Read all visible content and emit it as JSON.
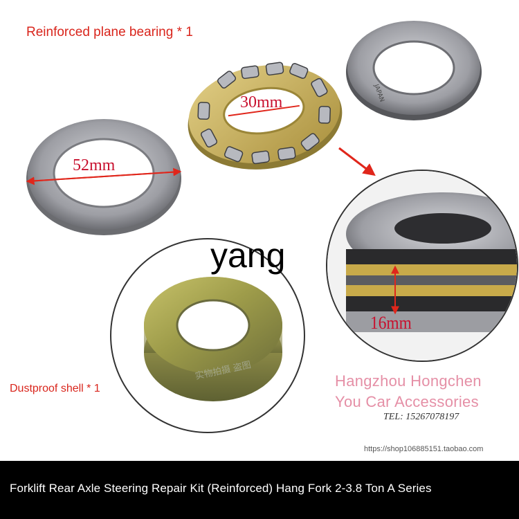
{
  "labels": {
    "plane_bearing": "Reinforced plane bearing * 1",
    "dustproof_shell": "Dustproof shell * 1",
    "dim_52": "52mm",
    "dim_30": "30mm",
    "dim_16": "16mm",
    "watermark": "yang",
    "shop_line1": "Hangzhou Hongchen",
    "shop_line2": "You Car Accessories",
    "tel": "TEL: 15267078197",
    "url": "https://shop106885151.taobao.com",
    "ring_engraving": "JAPAN",
    "stamp": "实物拍摄 盗图"
  },
  "footer": {
    "title": "Forklift Rear Axle Steering Repair Kit (Reinforced) Hang Fork 2-3.8 Ton A Series"
  },
  "colors": {
    "red_text": "#d9251c",
    "pink_text": "#e58fa6",
    "footer_bg": "#000000",
    "cage_brass": "#c9b15a",
    "steel": "#8f9096"
  }
}
